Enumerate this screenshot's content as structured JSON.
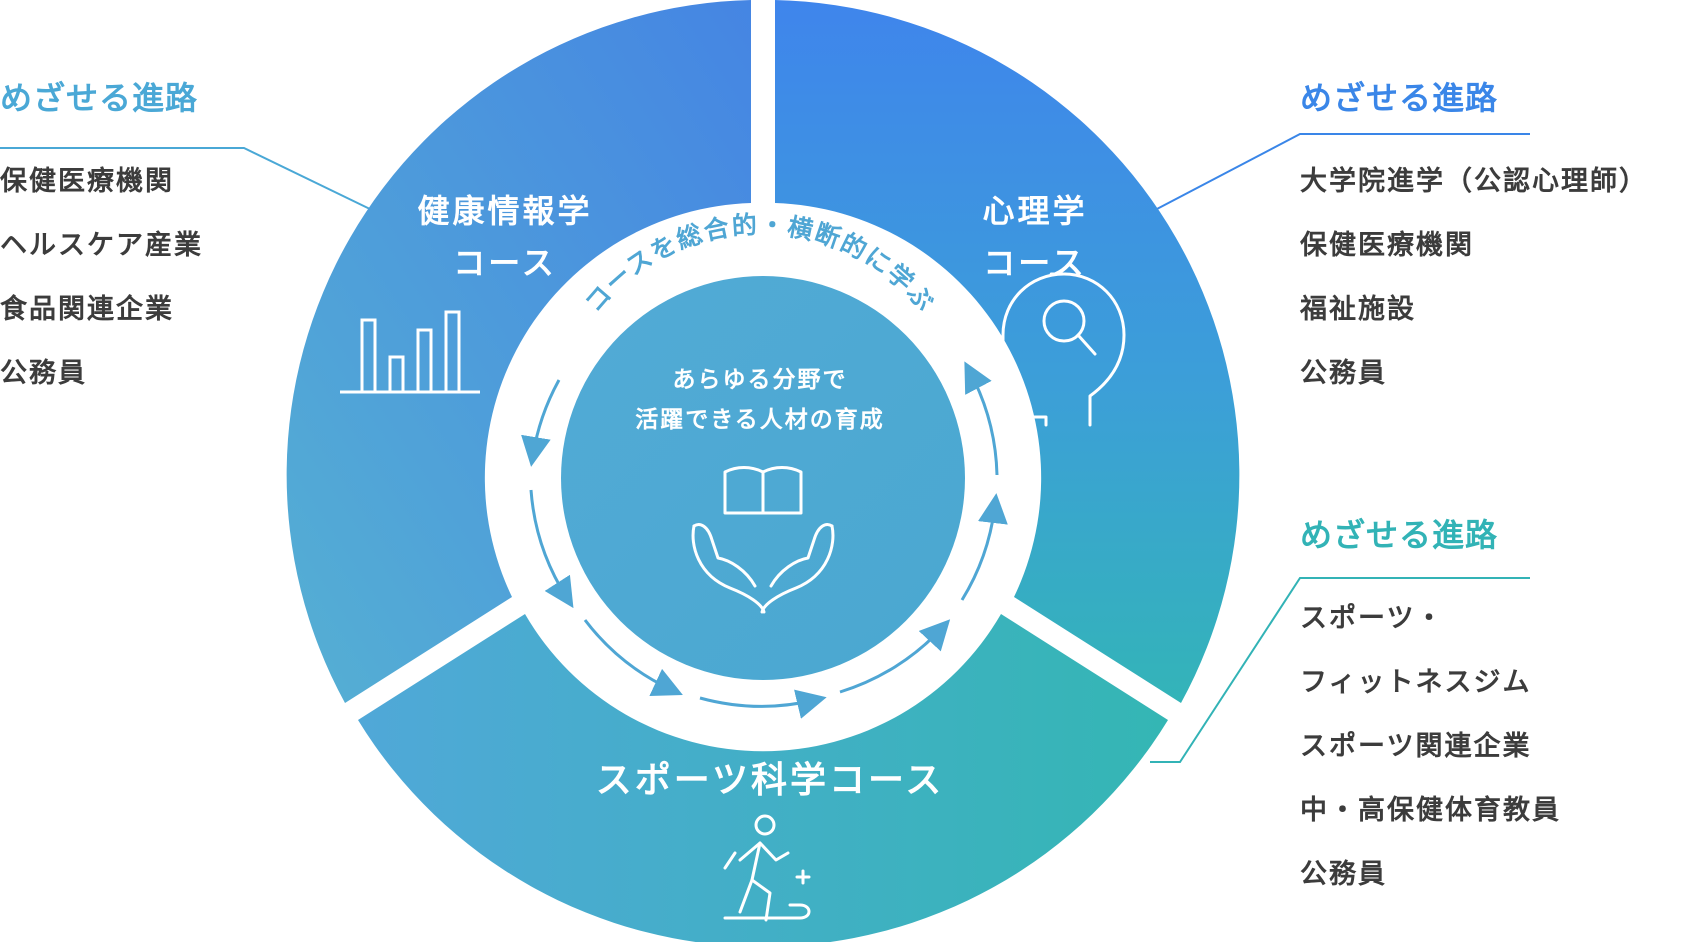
{
  "colors": {
    "accent_left": "#4aa8d6",
    "accent_right_top": "#3a86e8",
    "accent_right_bottom": "#32b3b6",
    "text": "#3c3c3c",
    "ring_arrow": "#4fa6d4"
  },
  "left_panel": {
    "heading": "めざせる進路",
    "items": [
      "保健医療機関",
      "ヘルスケア産業",
      "食品関連企業",
      "公務員"
    ]
  },
  "right_top_panel": {
    "heading": "めざせる進路",
    "items": [
      "大学院進学（公認心理師）",
      "保健医療機関",
      "福祉施設",
      "公務員"
    ]
  },
  "right_bottom_panel": {
    "heading": "めざせる進路",
    "items": [
      "スポーツ・",
      "フィットネスジム",
      "スポーツ関連企業",
      "中・高保健体育教員",
      "公務員"
    ]
  },
  "segments": {
    "health": {
      "label": "健康情報学\nコース",
      "icon": "bar-chart-icon"
    },
    "psych": {
      "label": "心理学\nコース",
      "icon": "head-magnifier-icon"
    },
    "sports": {
      "label": "スポーツ科学コース",
      "icon": "runner-icon"
    }
  },
  "ring_text": "コースを総合的・横断的に学ぶ",
  "center": {
    "text": "あらゆる分野で\n活躍できる人材の育成",
    "icon": "hands-book-icon"
  }
}
